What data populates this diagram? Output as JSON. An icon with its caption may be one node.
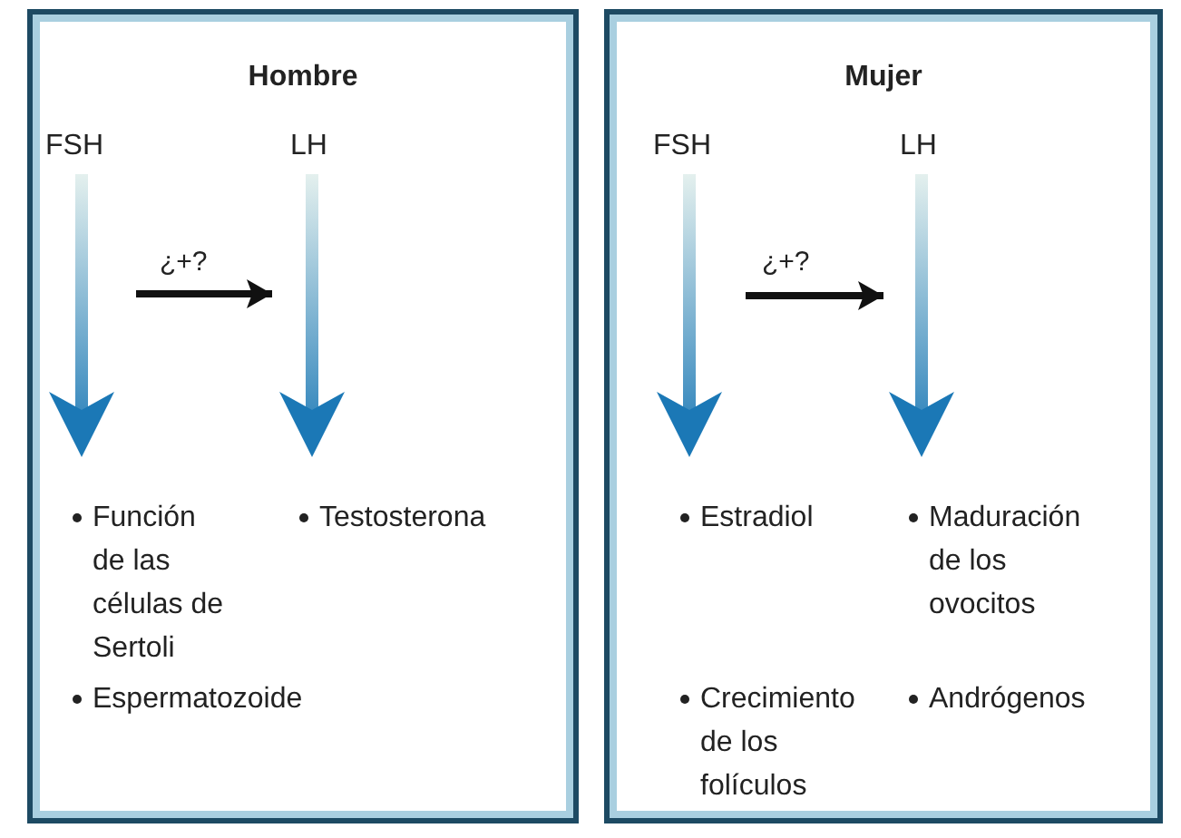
{
  "diagram": {
    "nodes": [
      {
        "text": [
          "Hombre"
        ]
      },
      {
        "text": [
          "FSH"
        ],
        "in": 0
      },
      {
        "text": [
          "LH"
        ],
        "in": 0
      },
      {
        "text": [
          "Función de las células de Sertoli",
          "Espermatozoide"
        ],
        "in": 0
      },
      {
        "text": [
          "Testosterona"
        ],
        "in": 0
      },
      {
        "text": [
          "Mujer"
        ]
      },
      {
        "text": [
          "FSH"
        ],
        "in": 5
      },
      {
        "text": [
          "LH"
        ],
        "in": 5
      },
      {
        "text": [
          "Estradiol",
          "Crecimiento de los folículos"
        ],
        "in": 5
      },
      {
        "text": [
          "Maduración de los ovocitos",
          "Andrógenos"
        ],
        "in": 5
      }
    ],
    "edges": [
      {
        "from": 1,
        "to": 3,
        "arrow": "to",
        "style": "thick"
      },
      {
        "from": 2,
        "to": 4,
        "arrow": "to",
        "style": "thick"
      },
      {
        "from": 6,
        "to": 8,
        "arrow": "to",
        "style": "thick"
      },
      {
        "from": 7,
        "to": 9,
        "arrow": "to",
        "style": "thick"
      }
    ],
    "labels": [
      "¿+?",
      "¿+?"
    ]
  }
}
